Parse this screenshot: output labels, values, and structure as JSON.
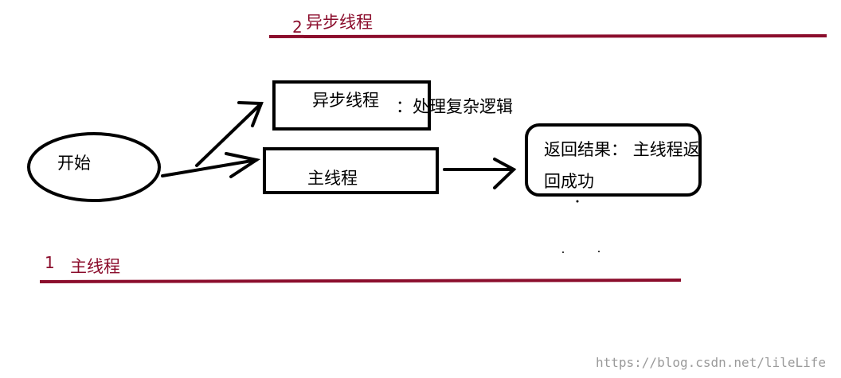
{
  "top_lane": {
    "number": "2",
    "label": "异步线程"
  },
  "bottom_lane": {
    "number": "1",
    "label": "主线程"
  },
  "nodes": {
    "start": "开始",
    "async_box": "异步线程",
    "async_note": "：处理复杂逻辑",
    "main_box": "主线程",
    "result_line1": "返回结果：  主线程返",
    "result_line2": "回成功"
  },
  "watermark": "https://blog.csdn.net/lileLife",
  "colors": {
    "lane_line": "#8b0d2c",
    "stroke": "#000000"
  }
}
